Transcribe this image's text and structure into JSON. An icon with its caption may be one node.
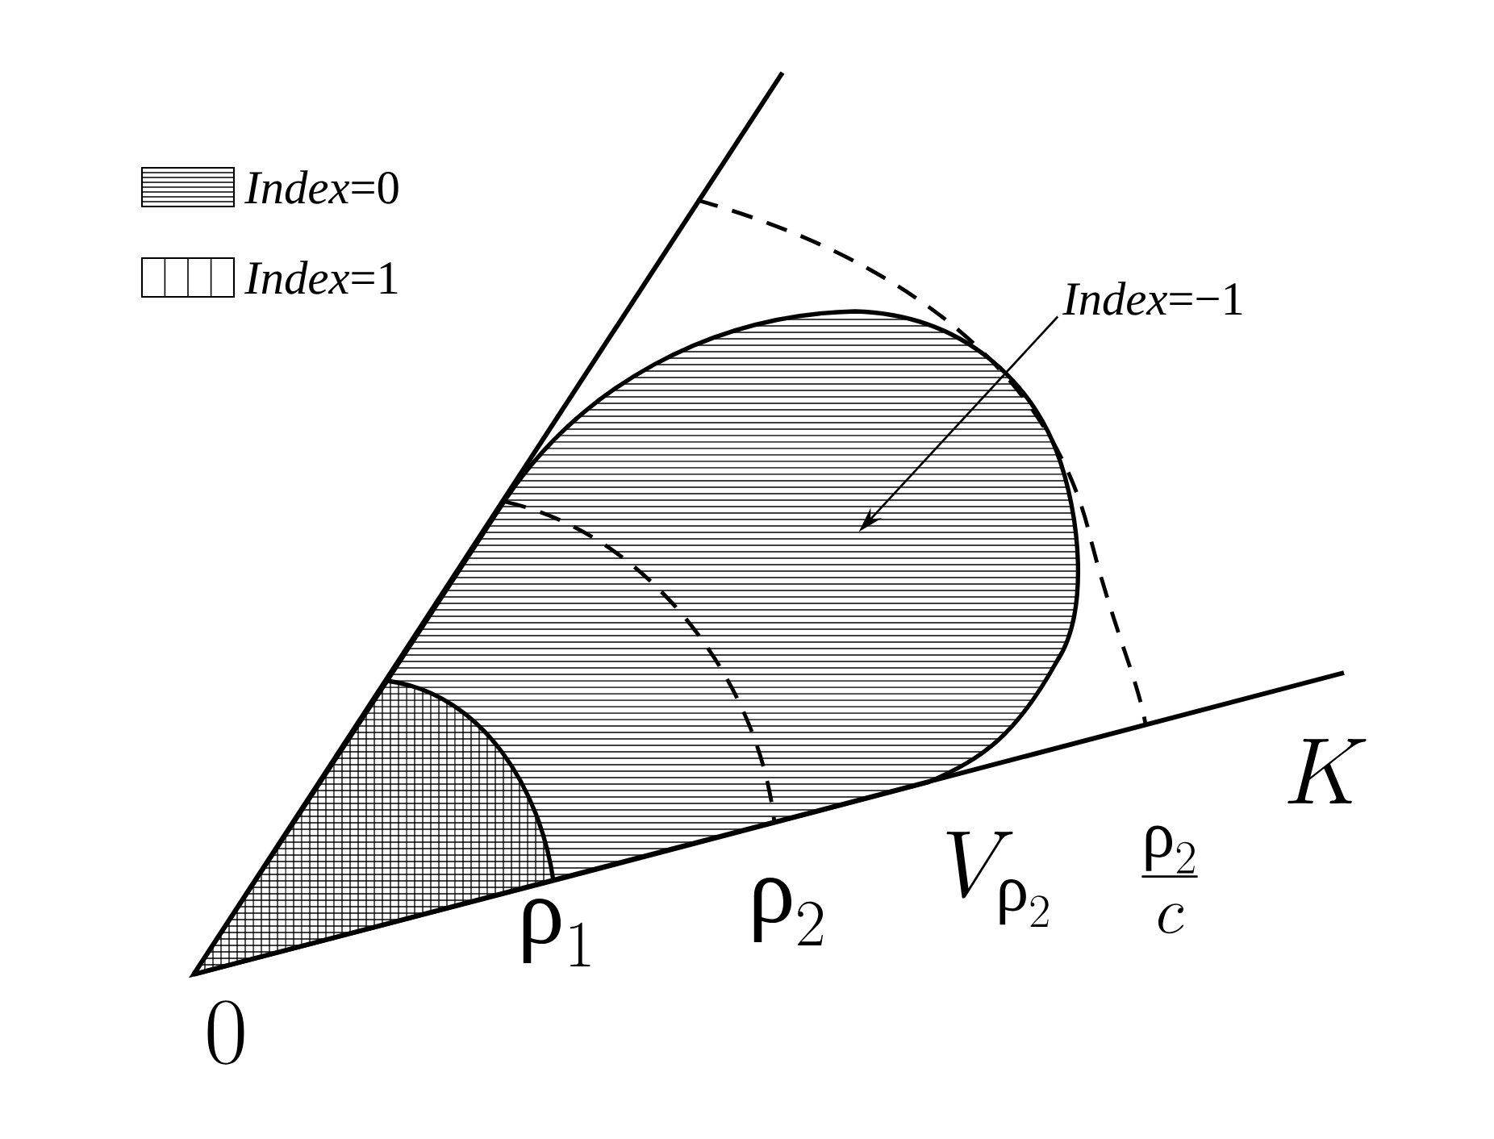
{
  "diagram": {
    "nodes": [
      {
        "text": [
          "*Index*=−1"
        ]
      },
      {
        "text": [],
        "shape": "region"
      }
    ],
    "edges": [
      {
        "from": 0,
        "to": 1,
        "arrow": "to"
      }
    ],
    "labels": [
      "0",
      "\\text{ρ}_1",
      "\\text{ρ}_2",
      "V_{\\text{ρ}_2}",
      "\\frac{\\text{ρ}_2}{c}",
      "K"
    ],
    "legend": [
      {
        "text": "*Index*=0"
      },
      {
        "text": "*Index*=1"
      }
    ]
  }
}
